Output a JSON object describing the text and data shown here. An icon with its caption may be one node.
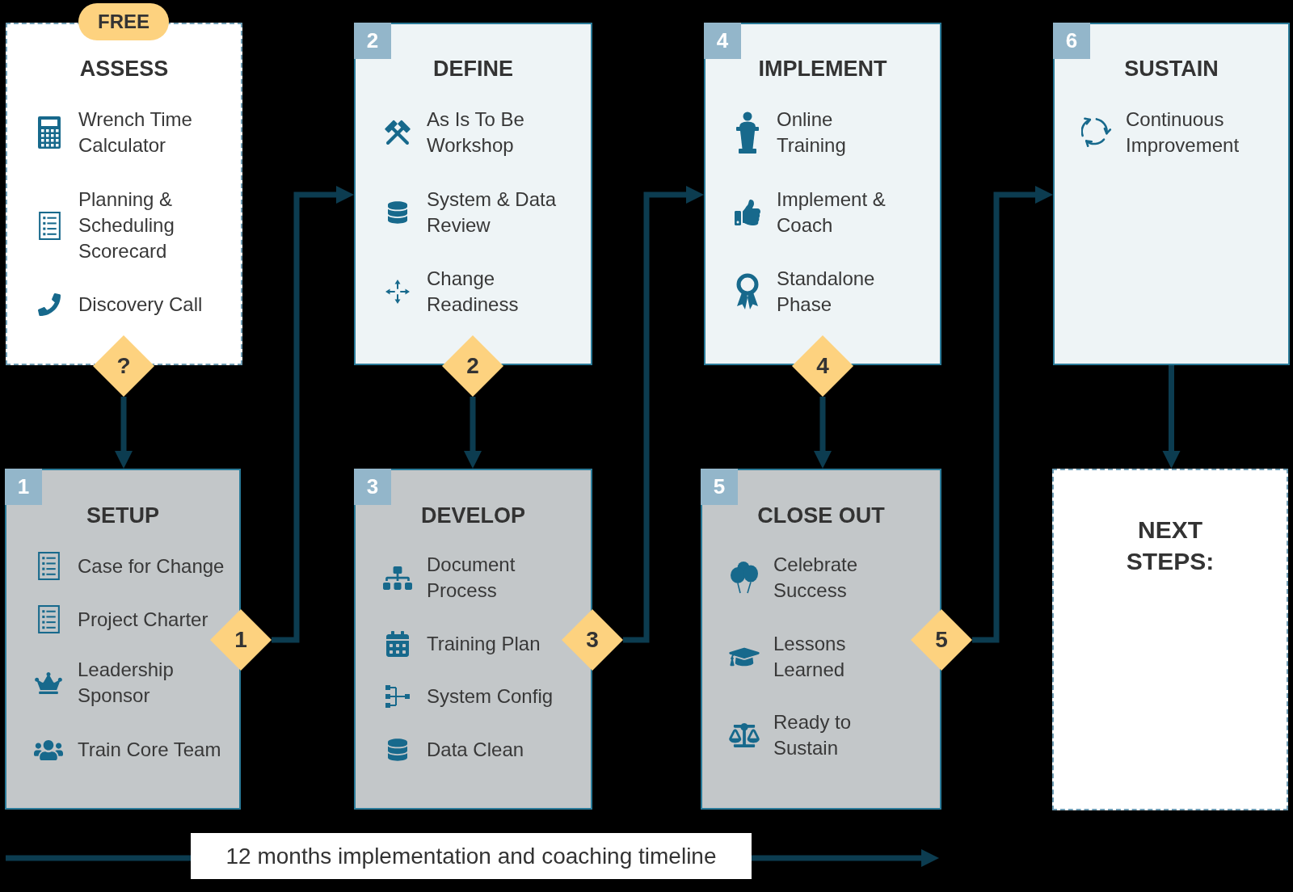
{
  "diagram": {
    "nodes": [
      {
        "text": [
          "FREE"
        ]
      },
      {
        "text": [
          "ASSESS",
          "Wrench Time Calculator",
          "Planning & Scheduling Scorecard",
          "Discovery Call"
        ]
      },
      {
        "text": [
          "?"
        ]
      },
      {
        "text": [
          "SETUP",
          "Case for Change",
          "Project Charter",
          "Leadership Sponsor",
          "Train Core Team"
        ]
      },
      {
        "text": [
          "1"
        ],
        "in": 3
      },
      {
        "text": [
          "1"
        ]
      },
      {
        "text": [
          "DEFINE",
          "As Is To Be Workshop",
          "System & Data Review",
          "Change Readiness"
        ]
      },
      {
        "text": [
          "2"
        ],
        "in": 6
      },
      {
        "text": [
          "2"
        ]
      },
      {
        "text": [
          "DEVELOP",
          "Document Process",
          "Training Plan",
          "System Config",
          "Data Clean"
        ]
      },
      {
        "text": [
          "3"
        ],
        "in": 9
      },
      {
        "text": [
          "3"
        ]
      },
      {
        "text": [
          "IMPLEMENT",
          "Online Training",
          "Implement & Coach",
          "Standalone Phase"
        ]
      },
      {
        "text": [
          "4"
        ],
        "in": 12
      },
      {
        "text": [
          "4"
        ]
      },
      {
        "text": [
          "CLOSE OUT",
          "Celebrate Success",
          "Lessons Learned",
          "Ready to Sustain"
        ]
      },
      {
        "text": [
          "5"
        ],
        "in": 15
      },
      {
        "text": [
          "5"
        ]
      },
      {
        "text": [
          "SUSTAIN",
          "Continuous Improvement"
        ]
      },
      {
        "text": [
          "6"
        ],
        "in": 18
      },
      {
        "text": [
          "NEXT STEPS:"
        ]
      }
    ],
    "edges": [
      {
        "from": 2,
        "to": 3,
        "arrow": "to"
      },
      {
        "from": 5,
        "to": 6,
        "arrow": "to"
      },
      {
        "from": 8,
        "to": 9,
        "arrow": "to"
      },
      {
        "from": 11,
        "to": 12,
        "arrow": "to"
      },
      {
        "from": 14,
        "to": 15,
        "arrow": "to"
      },
      {
        "from": 17,
        "to": 18,
        "arrow": "to"
      },
      {
        "from": 18,
        "to": 20,
        "arrow": "to"
      }
    ],
    "labels": [
      "12 months implementation and coaching timeline"
    ]
  }
}
